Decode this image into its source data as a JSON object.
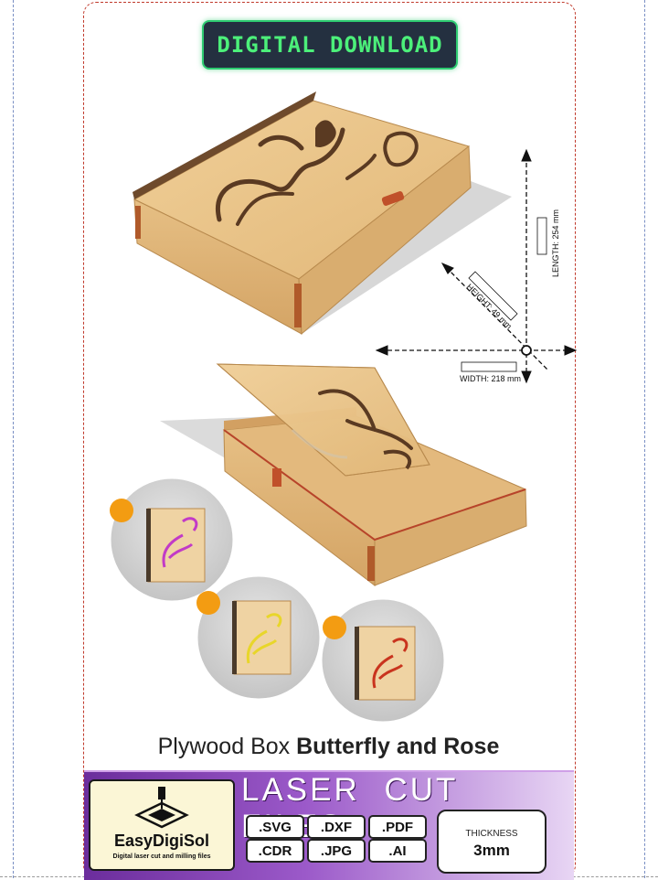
{
  "badge": {
    "text": "DIGITAL DOWNLOAD"
  },
  "dimensions": {
    "length": "LENGTH: 254 mm",
    "height": "HEIGHT: 49 mm",
    "width": "WIDTH: 218 mm"
  },
  "product": {
    "title_prefix": "Plywood Box ",
    "title_bold": "Butterfly and Rose"
  },
  "brand": {
    "name": "EasyDigiSol",
    "tagline": "Digital laser cut and milling files"
  },
  "laser": {
    "title": "LASER CUT FILES"
  },
  "formats": [
    ".SVG",
    ".DXF",
    ".PDF",
    ".CDR",
    ".JPG",
    ".AI"
  ],
  "thickness": {
    "label": "THICKNESS",
    "value": "3mm"
  },
  "variants": [
    {
      "color": "#c23ac7"
    },
    {
      "color": "#e8d62a"
    },
    {
      "color": "#c9341e"
    }
  ],
  "colors": {
    "wood": "#e8c48a",
    "wood_dark": "#c89a5c",
    "accent_orange": "#f39c12",
    "badge_green": "#4cf07a",
    "purple": "#7a35ad"
  }
}
